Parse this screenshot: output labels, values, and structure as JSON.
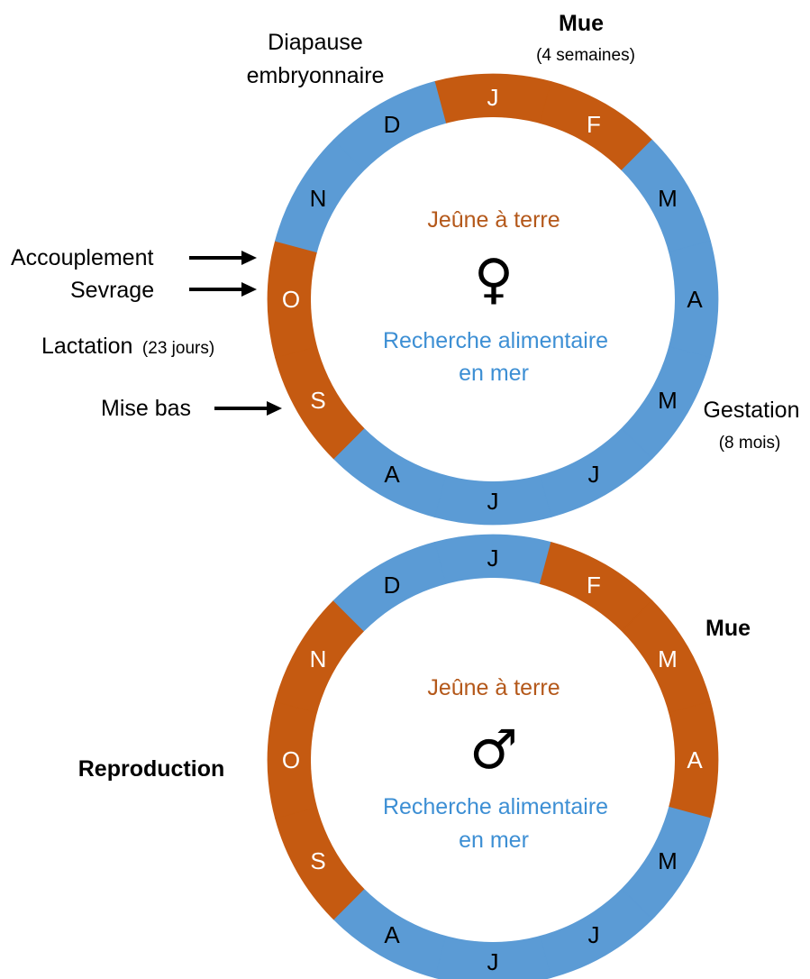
{
  "colors": {
    "sea": "#5b9bd5",
    "land": "#c55a11",
    "land_text": "#b4581a",
    "sea_text": "#3d8fd4"
  },
  "female": {
    "symbol": "♀",
    "center_land": "Jeûne à terre",
    "center_sea_line1": "Recherche alimentaire",
    "center_sea_line2": "en mer",
    "months": [
      {
        "label": "J",
        "phase": "land"
      },
      {
        "label": "F",
        "phase": "land"
      },
      {
        "label": "M",
        "phase": "sea"
      },
      {
        "label": "A",
        "phase": "sea"
      },
      {
        "label": "M",
        "phase": "sea"
      },
      {
        "label": "J",
        "phase": "sea"
      },
      {
        "label": "J",
        "phase": "sea"
      },
      {
        "label": "A",
        "phase": "sea"
      },
      {
        "label": "S",
        "phase": "land"
      },
      {
        "label": "O",
        "phase": "land"
      },
      {
        "label": "N",
        "phase": "sea"
      },
      {
        "label": "D",
        "phase": "sea"
      }
    ],
    "mue_title": "Mue",
    "mue_sub": "(4 semaines)",
    "diapause_line1": "Diapause",
    "diapause_line2": "embryonnaire",
    "accouplement": "Accouplement",
    "sevrage": "Sevrage",
    "lactation": "Lactation",
    "lactation_sub": "(23 jours)",
    "mise_bas": "Mise bas",
    "gestation": "Gestation",
    "gestation_sub": "(8 mois)"
  },
  "male": {
    "symbol": "♂",
    "center_land": "Jeûne à terre",
    "center_sea_line1": "Recherche alimentaire",
    "center_sea_line2": "en mer",
    "months": [
      {
        "label": "J",
        "phase": "sea"
      },
      {
        "label": "F",
        "phase": "land"
      },
      {
        "label": "M",
        "phase": "land"
      },
      {
        "label": "A",
        "phase": "land"
      },
      {
        "label": "M",
        "phase": "sea"
      },
      {
        "label": "J",
        "phase": "sea"
      },
      {
        "label": "J",
        "phase": "sea"
      },
      {
        "label": "A",
        "phase": "sea"
      },
      {
        "label": "S",
        "phase": "land"
      },
      {
        "label": "O",
        "phase": "land"
      },
      {
        "label": "N",
        "phase": "land"
      },
      {
        "label": "D",
        "phase": "sea"
      }
    ],
    "mue_title": "Mue",
    "reproduction": "Reproduction"
  }
}
